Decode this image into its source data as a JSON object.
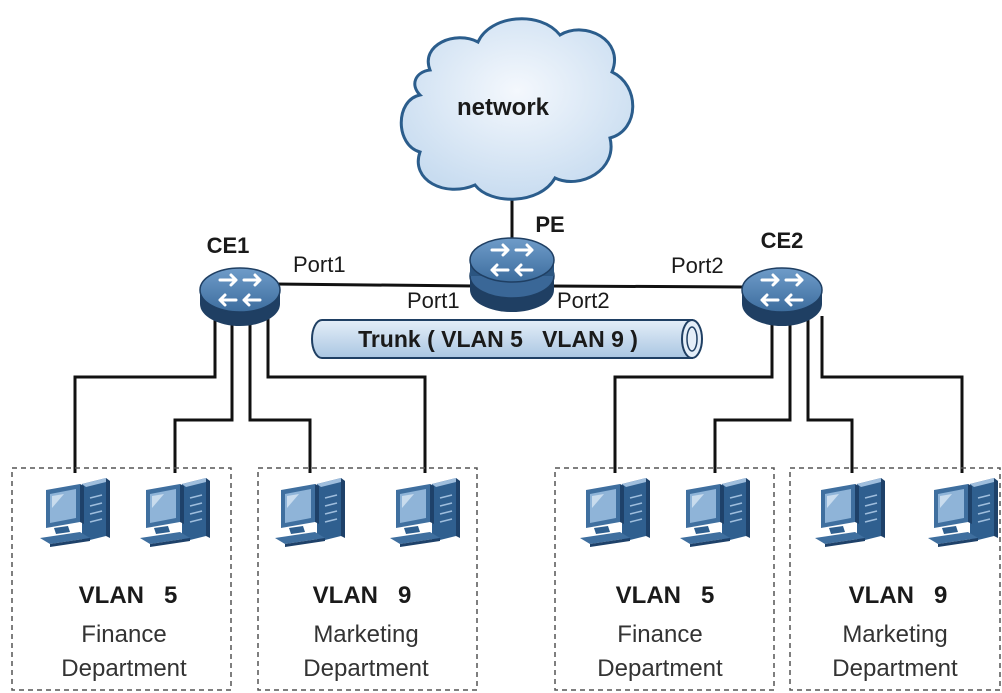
{
  "cloud": {
    "label": "network"
  },
  "pe": {
    "label": "PE",
    "port_left": "Port1",
    "port_right": "Port2"
  },
  "ce1": {
    "label": "CE1",
    "port": "Port1"
  },
  "ce2": {
    "label": "CE2",
    "port": "Port2"
  },
  "trunk": {
    "label": "Trunk ( VLAN 5   VLAN 9 )"
  },
  "groups": [
    {
      "vlan": "VLAN   5",
      "dept_line1": "Finance",
      "dept_line2": "Department"
    },
    {
      "vlan": "VLAN   9",
      "dept_line1": "Marketing",
      "dept_line2": "Department"
    },
    {
      "vlan": "VLAN   5",
      "dept_line1": "Finance",
      "dept_line2": "Department"
    },
    {
      "vlan": "VLAN   9",
      "dept_line1": "Marketing",
      "dept_line2": "Department"
    }
  ],
  "colors": {
    "cloud_fill": "#dde9f6",
    "cloud_stroke": "#2b5d8c",
    "router_top": "#4e80b3",
    "router_side": "#24476e",
    "trunk_fill": "#c9dcee",
    "monitor_screen": "#7fa6cc",
    "monitor_body": "#3f6f9f"
  }
}
